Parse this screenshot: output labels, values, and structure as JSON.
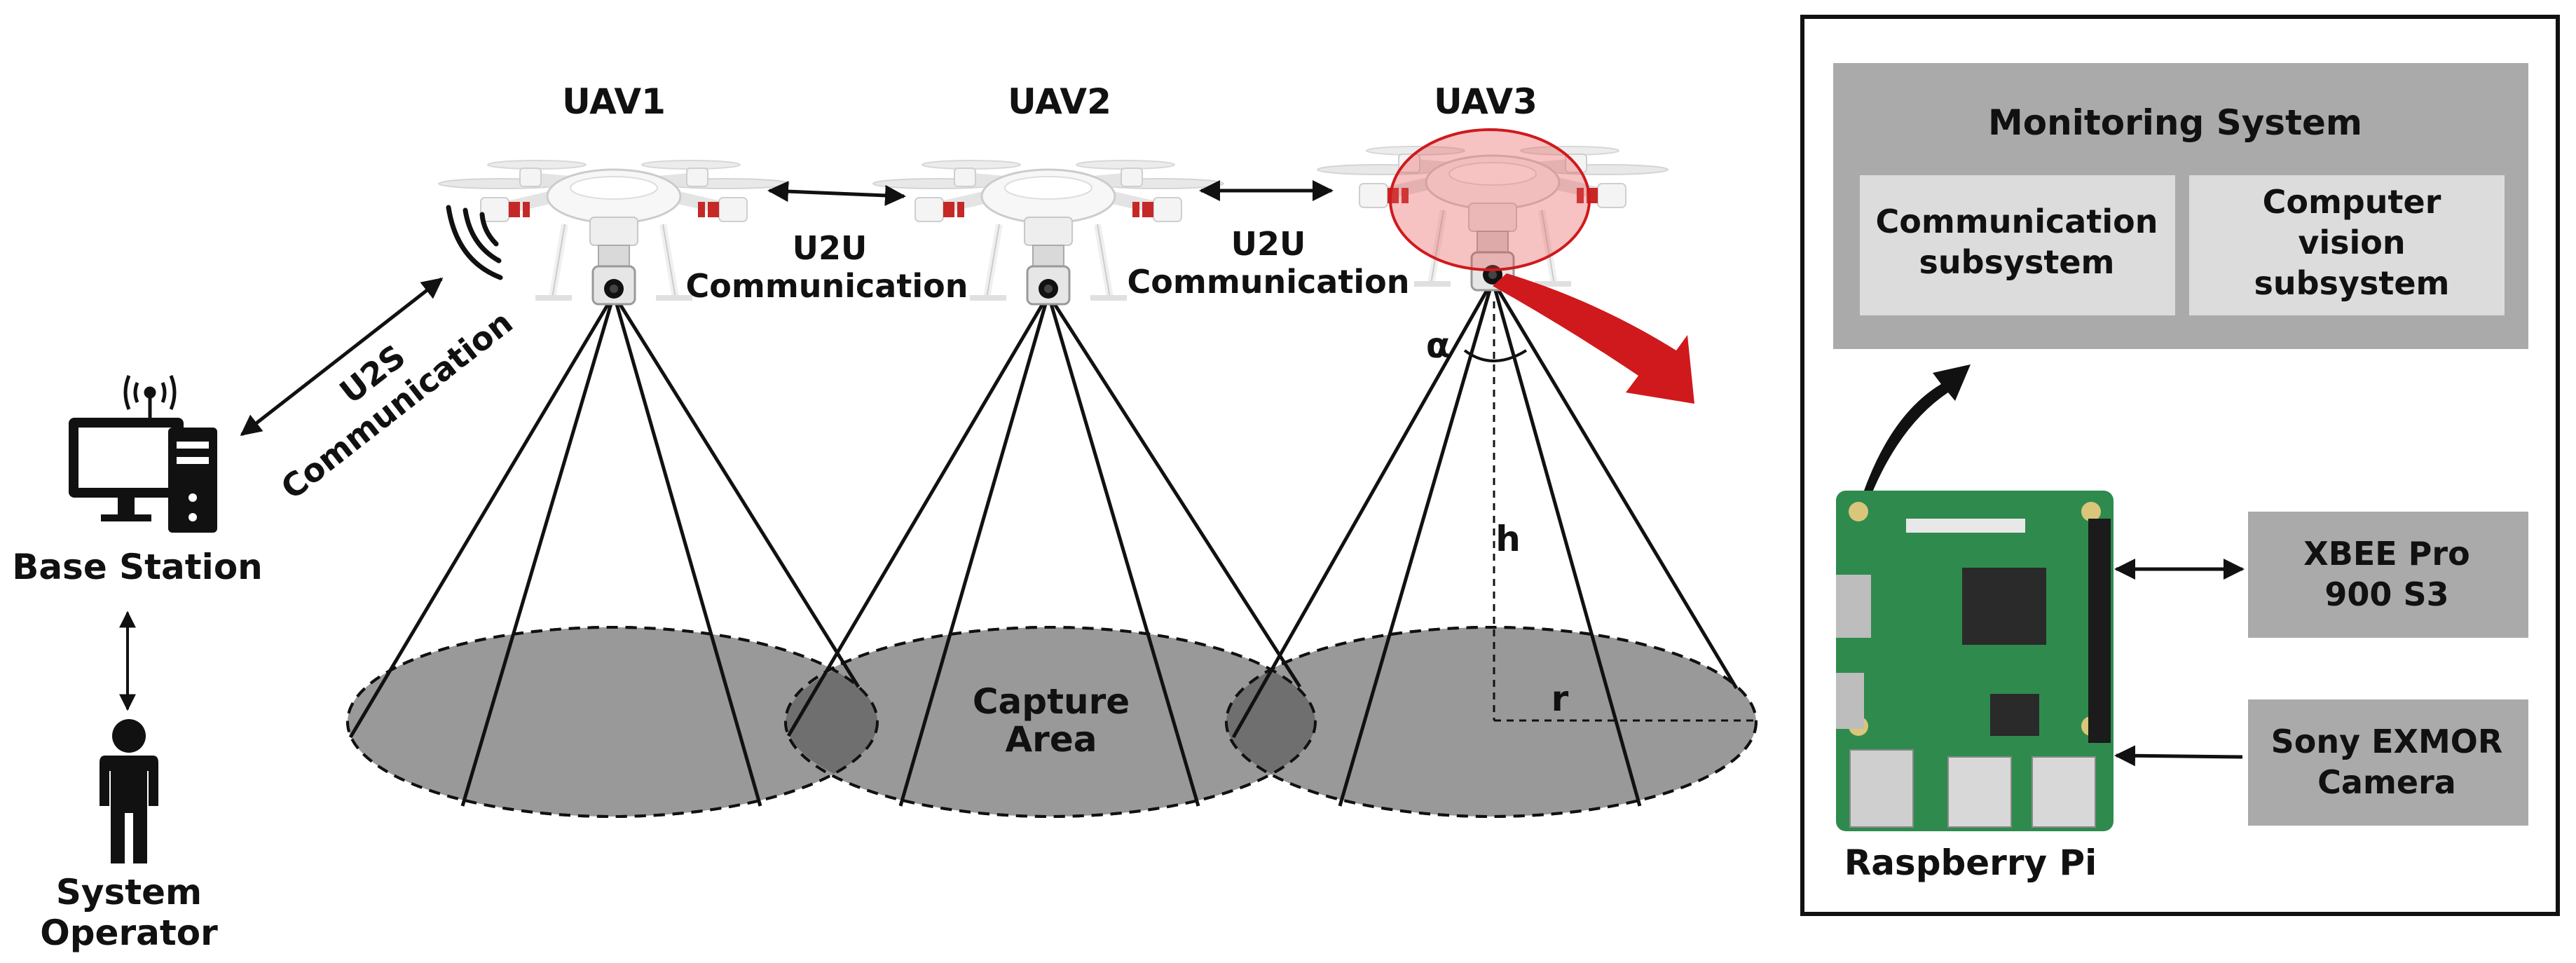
{
  "diagram": {
    "uavs": [
      {
        "label": "UAV1"
      },
      {
        "label": "UAV2"
      },
      {
        "label": "UAV3"
      }
    ],
    "links": {
      "u2u_top": "U2U",
      "u2u_bottom": "Communication",
      "u2s_top": "U2S",
      "u2s_bottom": "Communication"
    },
    "base_station": {
      "label": "Base Station"
    },
    "operator": {
      "line1": "System",
      "line2": "Operator"
    },
    "capture_area": {
      "line1": "Capture",
      "line2": "Area"
    },
    "geometry_labels": {
      "alpha": "α",
      "height": "h",
      "radius": "r"
    },
    "monitoring_system": {
      "title": "Monitoring System",
      "comm_line1": "Communication",
      "comm_line2": "subsystem",
      "cv_line1": "Computer",
      "cv_line2": "vision",
      "cv_line3": "subsystem"
    },
    "hardware": {
      "board": "Raspberry Pi",
      "xbee_line1": "XBEE Pro",
      "xbee_line2": "900 S3",
      "camera_line1": "Sony EXMOR",
      "camera_line2": "Camera"
    },
    "colors": {
      "zone_fill": "#999999",
      "overlap_fill": "#6f6f6f",
      "panel_gray": "#aaaaaa",
      "panel_light": "#dcdcdc",
      "highlight_red": "#d0191c",
      "board_green": "#2f8a4e"
    }
  }
}
